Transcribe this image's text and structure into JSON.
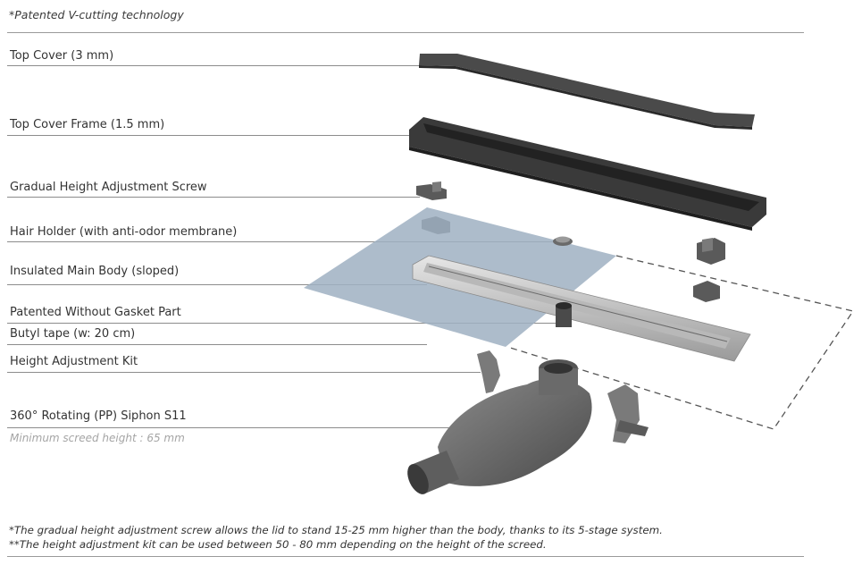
{
  "header": {
    "note": "*Patented V-cutting technology"
  },
  "labels": [
    "Top Cover (3 mm)",
    "Top Cover Frame (1.5 mm)",
    "Gradual Height Adjustment Screw",
    "Hair Holder (with anti-odor membrane)",
    "Insulated Main Body (sloped)",
    "Patented Without Gasket Part",
    "Butyl tape (w: 20 cm)",
    "Height Adjustment Kit",
    "360° Rotating (PP) Siphon S11"
  ],
  "sublabel": "Minimum screed height : 65 mm",
  "footnotes": [
    "*The gradual height adjustment screw allows the lid to stand 15-25 mm higher than the body, thanks to its 5-stage system.",
    "**The height adjustment kit can be used between 50 - 80 mm depending on the height of the screed."
  ],
  "colors": {
    "text": "#333333",
    "rule": "#9a9a9a",
    "membrane": "#9fb0c2",
    "metal_dark": "#3c3c3c",
    "siphon": "#6e6e6e"
  }
}
